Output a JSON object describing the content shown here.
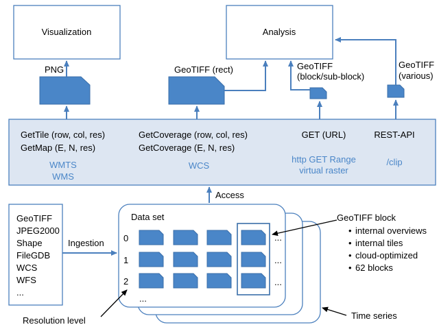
{
  "outputs": {
    "visualization": "Visualization",
    "analysis": "Analysis"
  },
  "formats": {
    "png": "PNG",
    "geotiff_rect": "GeoTIFF (rect)",
    "geotiff_block_1": "GeoTIFF",
    "geotiff_block_2": "(block/sub-block)",
    "geotiff_various_1": "GeoTIFF",
    "geotiff_various_2": "(various)"
  },
  "services": {
    "col1_line1": "GetTile (row, col, res)",
    "col1_line2": "GetMap (E, N, res)",
    "col1_proto1": "WMTS",
    "col1_proto2": "WMS",
    "col2_line1": "GetCoverage (row, col, res)",
    "col2_line2": "GetCoverage (E, N, res)",
    "col2_proto": "WCS",
    "col3_line1": "GET (URL)",
    "col3_proto1": "http GET Range",
    "col3_proto2": "virtual raster",
    "col4_line1": "REST-API",
    "col4_proto": "/clip"
  },
  "access_label": "Access",
  "sources": [
    "GeoTIFF",
    "JPEG2000",
    "Shape",
    "FileGDB",
    "WCS",
    "WFS",
    "..."
  ],
  "ingestion_label": "Ingestion",
  "dataset": {
    "title": "Data set",
    "levels": [
      "0",
      "1",
      "2"
    ],
    "more": "..."
  },
  "geotiff_block": {
    "title": "GeoTIFF block",
    "bullets": [
      "internal overviews",
      "internal tiles",
      "cloud-optimized",
      "62 blocks"
    ]
  },
  "resolution_level": "Resolution level",
  "time_series": "Time series",
  "colors": {
    "accent": "#4a86c8",
    "band_fill": "#dde6f2",
    "stroke": "#4a7fbd"
  }
}
